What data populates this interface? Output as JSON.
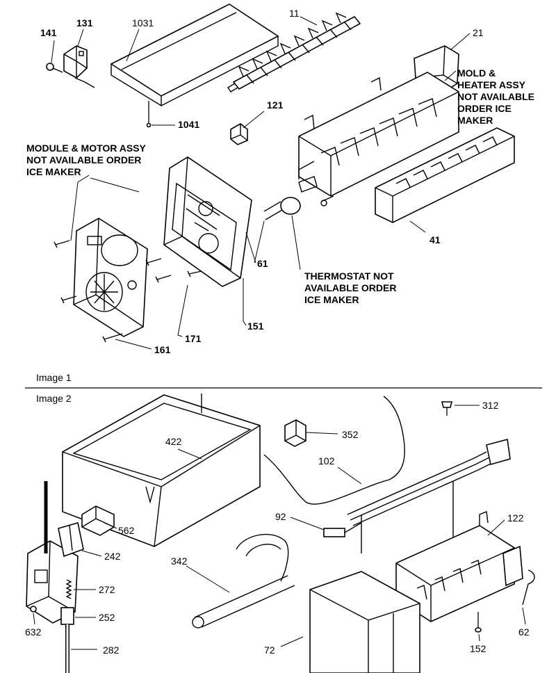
{
  "image1": {
    "caption": "Image 1",
    "callouts": {
      "p141": "141",
      "p131": "131",
      "p1031": "1031",
      "p11": "11",
      "p21": "21",
      "p1041": "1041",
      "p121": "121",
      "p61": "61",
      "p41": "41",
      "p151": "151",
      "p171": "171",
      "p161": "161"
    },
    "notes": {
      "mold": [
        "MOLD &",
        "HEATER ASSY",
        "NOT AVAILABLE",
        "ORDER ICE",
        "MAKER"
      ],
      "module": [
        "MODULE & MOTOR ASSY",
        "NOT AVAILABLE ORDER",
        "ICE MAKER"
      ],
      "thermostat": [
        "THERMOSTAT NOT",
        "AVAILABLE ORDER",
        "ICE MAKER"
      ]
    }
  },
  "image2": {
    "caption": "Image 2",
    "callouts": {
      "p312": "312",
      "p352": "352",
      "p422": "422",
      "p102": "102",
      "p562": "562",
      "p92": "92",
      "p122": "122",
      "p242": "242",
      "p342": "342",
      "p272": "272",
      "p252": "252",
      "p632": "632",
      "p282": "282",
      "p72": "72",
      "p152": "152",
      "p62": "62"
    }
  }
}
